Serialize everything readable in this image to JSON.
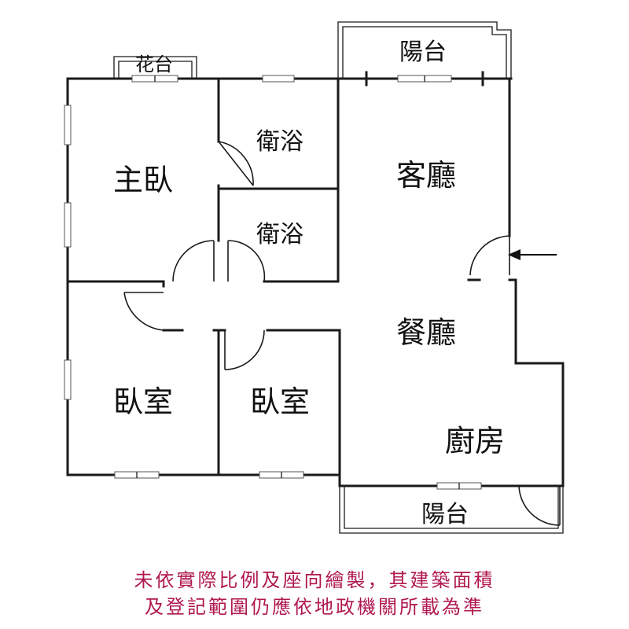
{
  "rooms": {
    "master_bedroom": "主臥",
    "bathroom_1": "衛浴",
    "bathroom_2": "衛浴",
    "living_room": "客廳",
    "dining_room": "餐廳",
    "bedroom_1": "臥室",
    "bedroom_2": "臥室",
    "kitchen": "廚房",
    "flower_bed": "花台",
    "balcony_top": "陽台",
    "balcony_bottom": "陽台"
  },
  "disclaimer": {
    "line1": "未依實際比例及座向繪製，其建築面積",
    "line2": "及登記範圍仍應依地政機關所載為準"
  },
  "colors": {
    "wall": "#1a1a1a",
    "note_text": "#b0184f"
  },
  "icons": {
    "entrance": "arrow-left-icon"
  }
}
